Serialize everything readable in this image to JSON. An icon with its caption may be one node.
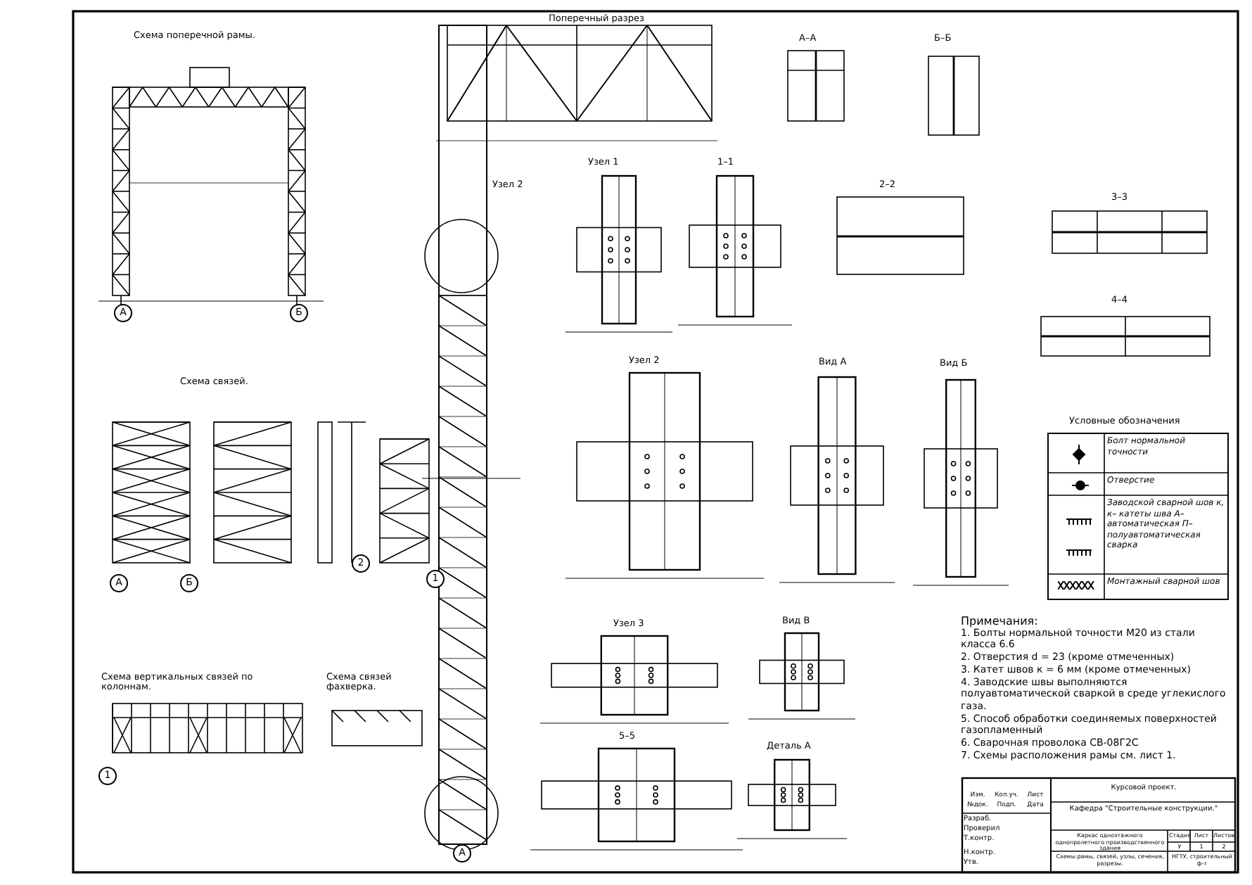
{
  "diagram": {
    "labels": [
      "Схема поперечной рамы.",
      "Поперечный разрез",
      "А–А",
      "Б–Б",
      "Узел 1",
      "1–1",
      "2–2",
      "3–3",
      "4–4",
      "Узел 2",
      "Схема связей.",
      "Узел 2",
      "Вид А",
      "Вид Б",
      "Условные обозначения",
      "Схема вертикальных связей по колоннам.",
      "Схема связей фахверка.",
      "Узел 3",
      "Вид В",
      "5–5",
      "Деталь А",
      "Примечания:",
      "1. Болты нормальной точности М20 из стали класса 6.6",
      "2. Отверстия d = 23 (кроме отмеченных)",
      "3. Катет швов к = 6 мм (кроме отмеченных)",
      "4. Заводские швы выполняются полуавтоматической сваркой в среде углекислого газа.",
      "5. Способ обработки соединяемых поверхностей газопламенный",
      "6. Сварочная проволока СВ-08Г2С",
      "7. Схемы расположения рамы см. лист 1.",
      "Курсовой проект.",
      "Кафедра \"Строительные конструкции.\"",
      "Изм.",
      "Кол.уч.",
      "Лист",
      "№док.",
      "Подп.",
      "Дата",
      "Разраб.",
      "Проверил",
      "Т.контр.",
      "Н.контр.",
      "Утв.",
      "Каркас одноэтажного однопролетного производственного здания",
      "Стадия",
      "Лист",
      "Листов",
      "У",
      "1",
      "2",
      "Схемы рамы, связей, узлы, сечения, разрезы.",
      "НГТУ, строительный ф-т",
      "А",
      "Б",
      "А",
      "Б",
      "1",
      "2",
      "1",
      "А"
    ],
    "legend": [
      {
        "text": "Болт нормальной точности"
      },
      {
        "text": "Отверстие"
      },
      {
        "text": "Заводской сварной шов к, к– катеты шва А– автоматическая П– полуавтоматическая сварка"
      },
      {
        "text": "Монтажный сварной шов"
      }
    ]
  }
}
